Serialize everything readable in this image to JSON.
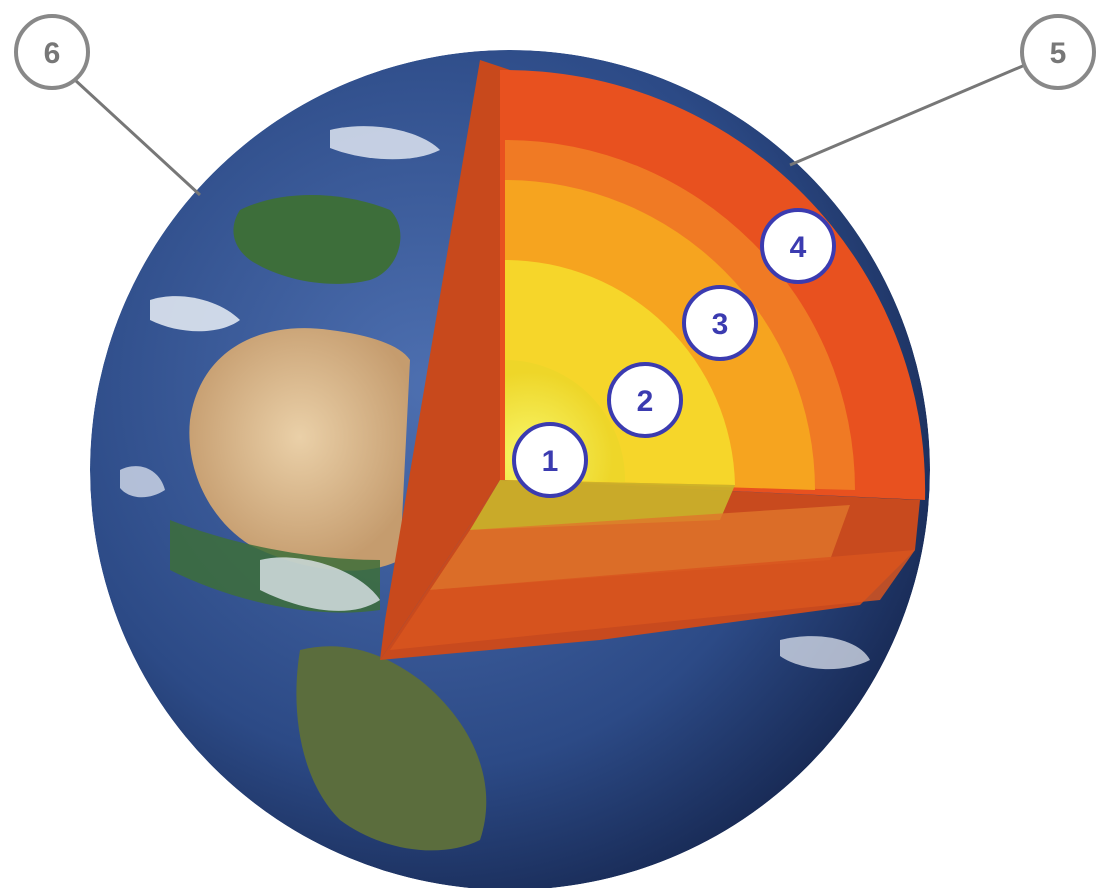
{
  "diagram": {
    "colors": {
      "background": "#ffffff",
      "ocean": "#2c4a86",
      "land_desert": "#d9b88e",
      "land_green": "#3d6e3a",
      "clouds": "#e9eef6",
      "inner_core": "#f3f23a",
      "outer_core": "#f6d62a",
      "lower_mantle": "#f6a41f",
      "upper_mantle": "#f07a24",
      "crust": "#e8511f",
      "label_ring": "#3b3bb0",
      "leader_line": "#777777"
    },
    "labels": [
      {
        "id": "inner-core",
        "text": "1"
      },
      {
        "id": "outer-core",
        "text": "2"
      },
      {
        "id": "mantle",
        "text": "3"
      },
      {
        "id": "upper-mantle",
        "text": "4"
      },
      {
        "id": "crust",
        "text": "5"
      },
      {
        "id": "surface",
        "text": "6"
      }
    ]
  }
}
